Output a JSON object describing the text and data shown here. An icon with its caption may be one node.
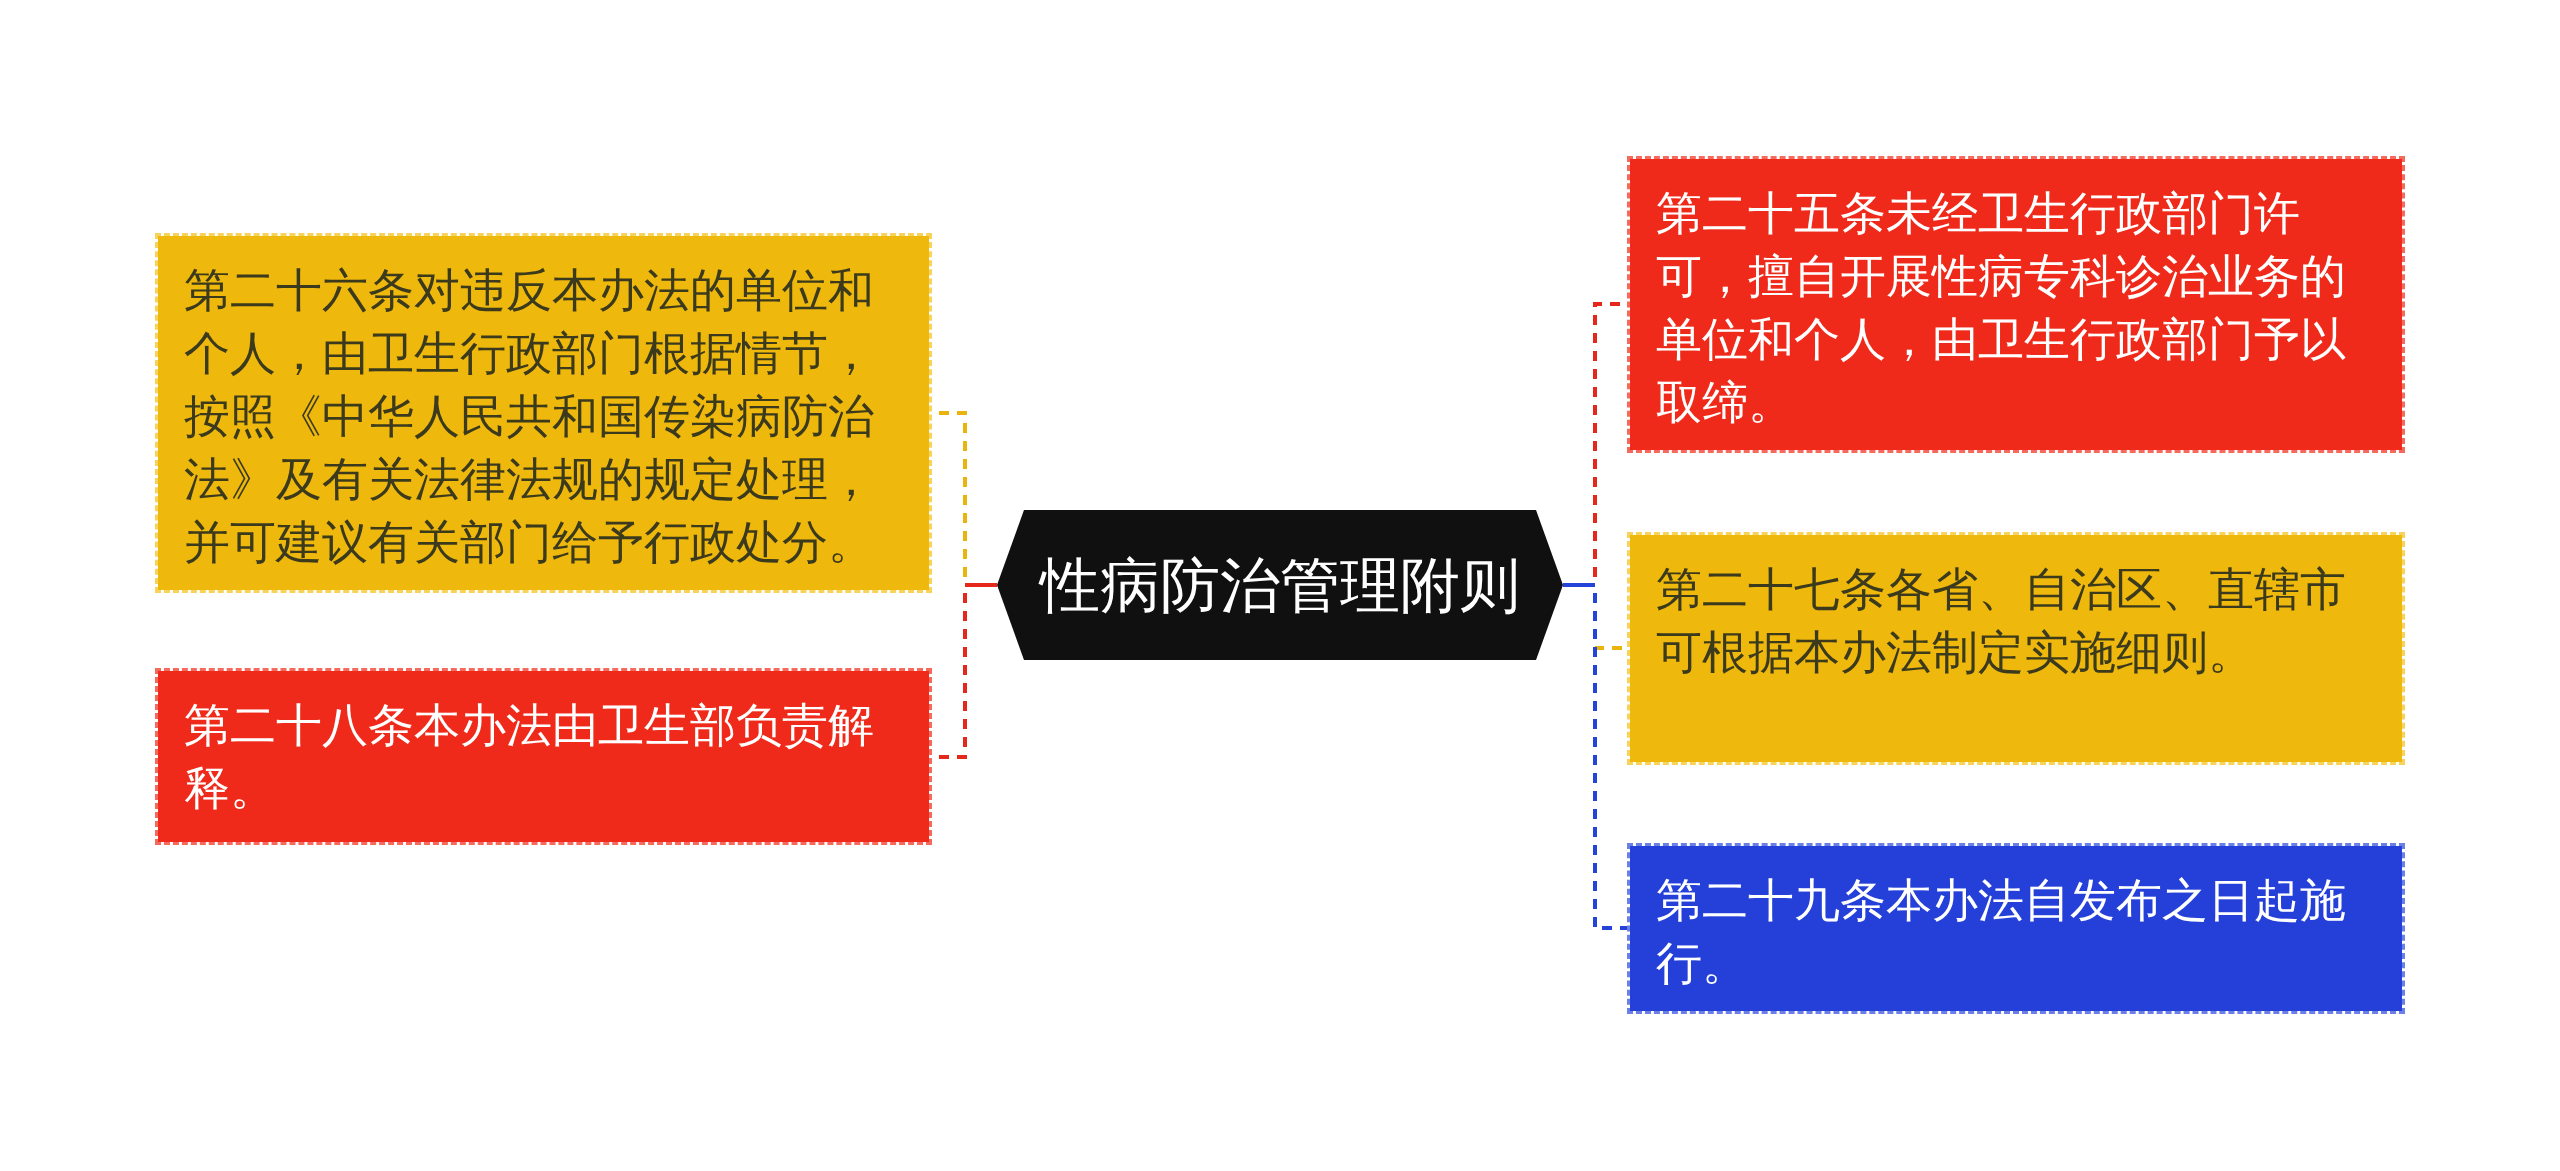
{
  "diagram": {
    "nodes": [
      {
        "text": [
          "性病防治管理附则"
        ]
      },
      {
        "text": [
          "第二十六条对违反本办法的单位和个人，由卫生行政部门根据情节，按照《中华人民共和国传染病防治法》及有关法律法规的规定处理，并可建议有关部门给予行政处分。"
        ]
      },
      {
        "text": [
          "第二十八条本办法由卫生部负责解释。"
        ]
      },
      {
        "text": [
          "第二十五条未经卫生行政部门许可，擅自开展性病专科诊治业务的单位和个人，由卫生行政部门予以取缔。"
        ]
      },
      {
        "text": [
          "第二十七条各省、自治区、直辖市可根据本办法制定实施细则。"
        ]
      },
      {
        "text": [
          "第二十九条本办法自发布之日起施行。"
        ]
      }
    ],
    "edges": [
      {
        "from": 0,
        "to": 1,
        "arrow": "none",
        "style": "dashed",
        "color": "#e9b40c"
      },
      {
        "from": 0,
        "to": 2,
        "arrow": "none",
        "style": "dashed",
        "color": "#e5281b"
      },
      {
        "from": 0,
        "to": 3,
        "arrow": "none",
        "style": "dashed",
        "color": "#e5281b"
      },
      {
        "from": 0,
        "to": 4,
        "arrow": "none",
        "style": "dashed",
        "color": "#e9b40c"
      },
      {
        "from": 0,
        "to": 5,
        "arrow": "none",
        "style": "dashed",
        "color": "#2443d8"
      }
    ]
  }
}
